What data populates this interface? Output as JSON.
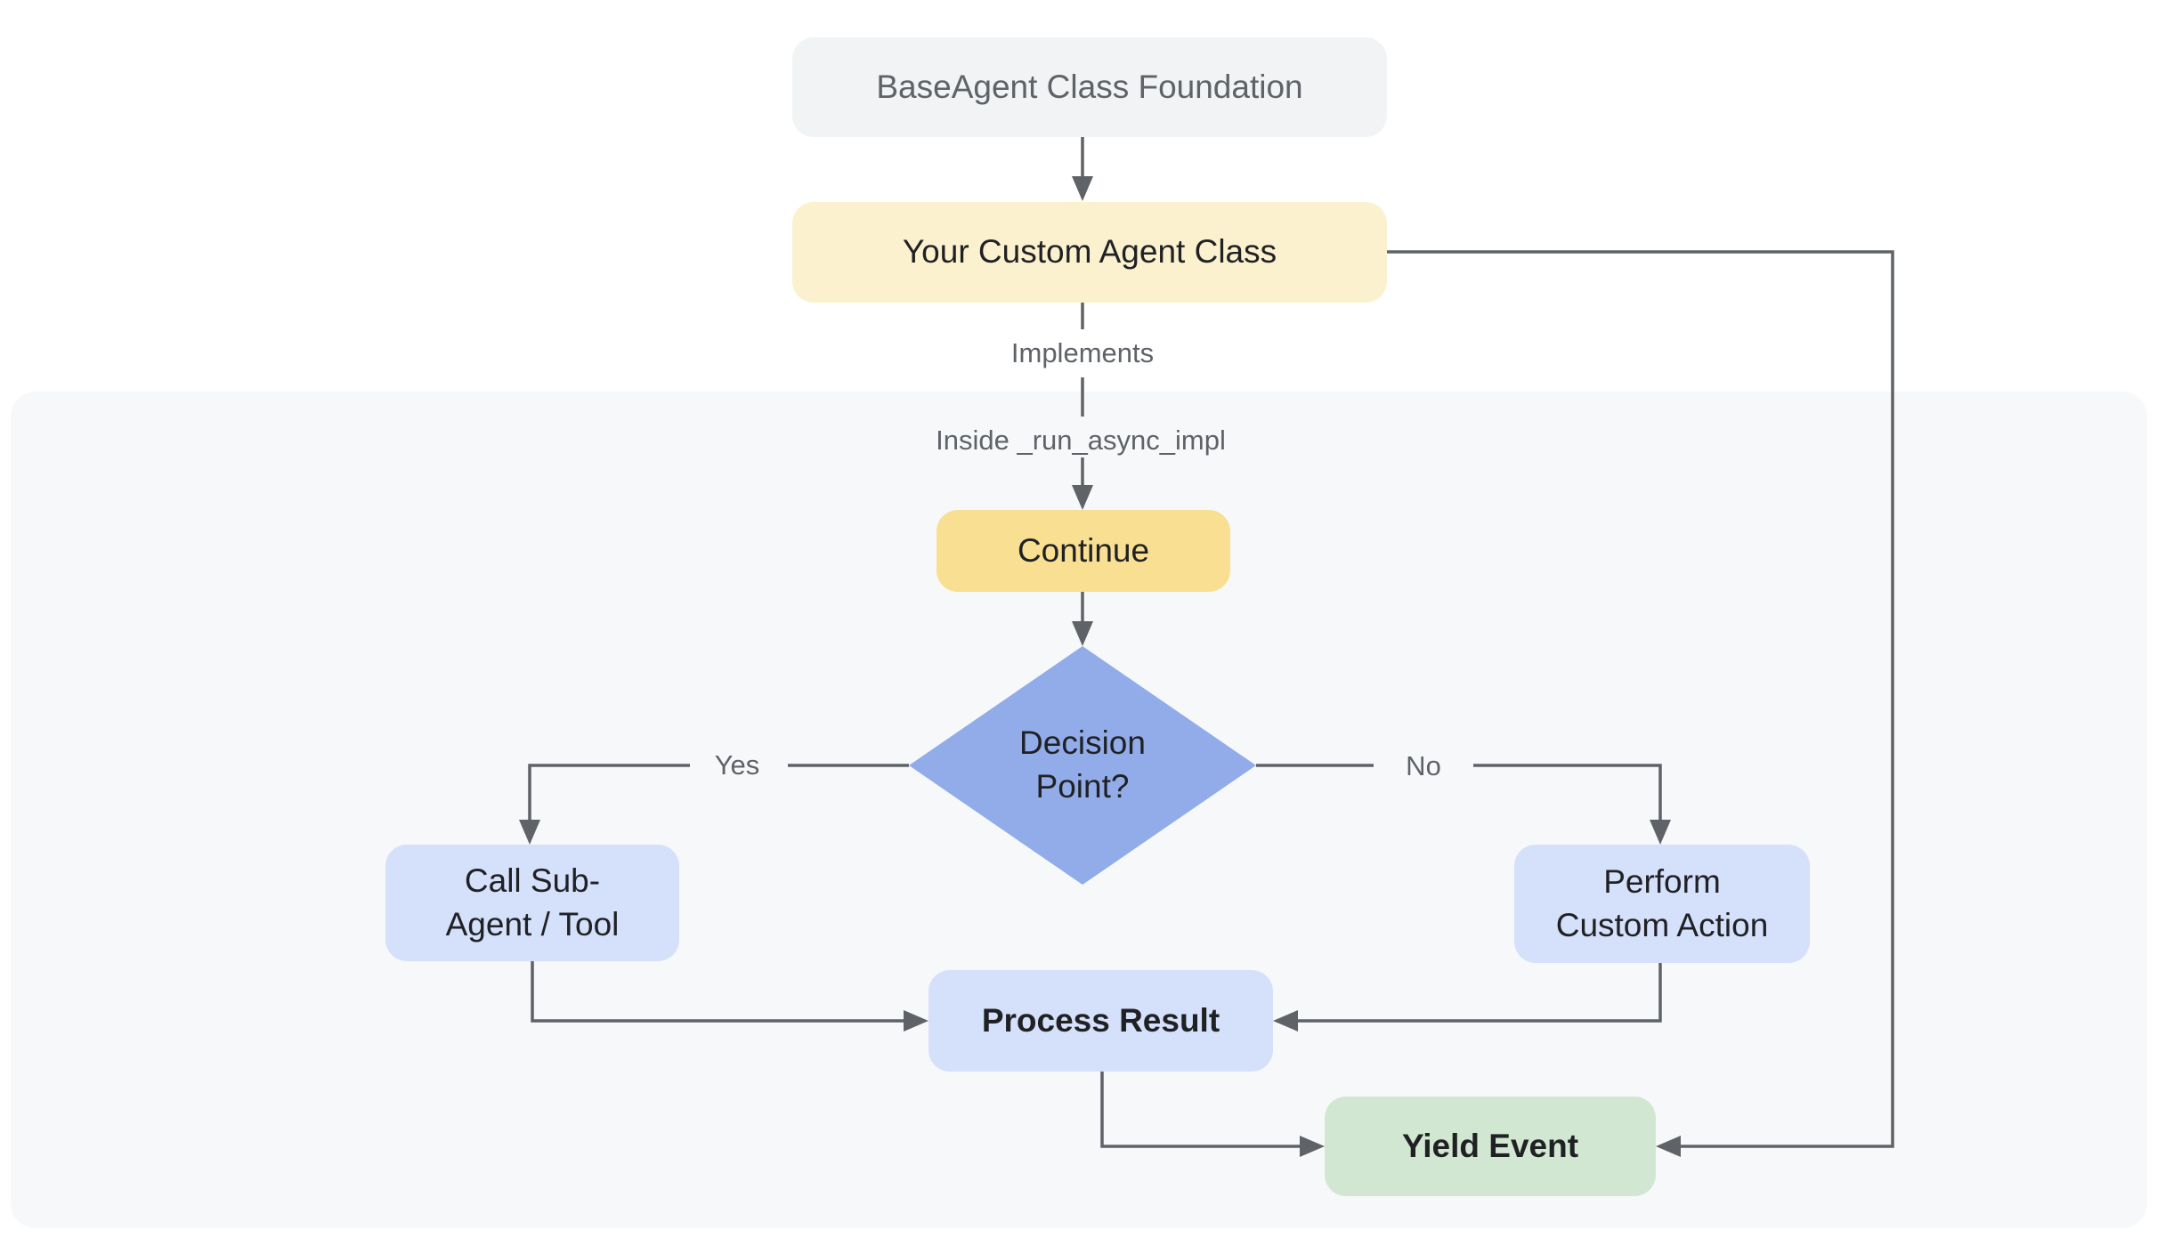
{
  "diagram": {
    "nodes": {
      "base": {
        "label": "BaseAgent Class Foundation"
      },
      "custom": {
        "label": "Your Custom Agent Class"
      },
      "continue": {
        "label": "Continue"
      },
      "decision": {
        "lines": [
          "Decision",
          "Point?"
        ]
      },
      "call": {
        "lines": [
          "Call Sub-",
          "Agent / Tool"
        ]
      },
      "perform": {
        "lines": [
          "Perform",
          "Custom Action"
        ]
      },
      "process": {
        "label": "Process Result"
      },
      "yield": {
        "label": "Yield Event"
      }
    },
    "edge_labels": {
      "implements": "Implements",
      "inside_impl": "Inside _run_async_impl",
      "yes": "Yes",
      "no": "No"
    },
    "palette": {
      "canvas_bg": "#ffffff",
      "panel_bg": "#f7f8fa",
      "node_gray_bg": "#f1f3f4",
      "node_gray_text": "#5f6368",
      "node_yellow_pale_bg": "#fbf1ce",
      "node_amber_bg": "#f8df92",
      "diamond_bg": "#91ace9",
      "node_blue_bg": "#d5e0fb",
      "node_green_bg": "#d2e7d2",
      "node_text": "#202124",
      "connector": "#5f6368",
      "label_text": "#5f6368"
    }
  }
}
